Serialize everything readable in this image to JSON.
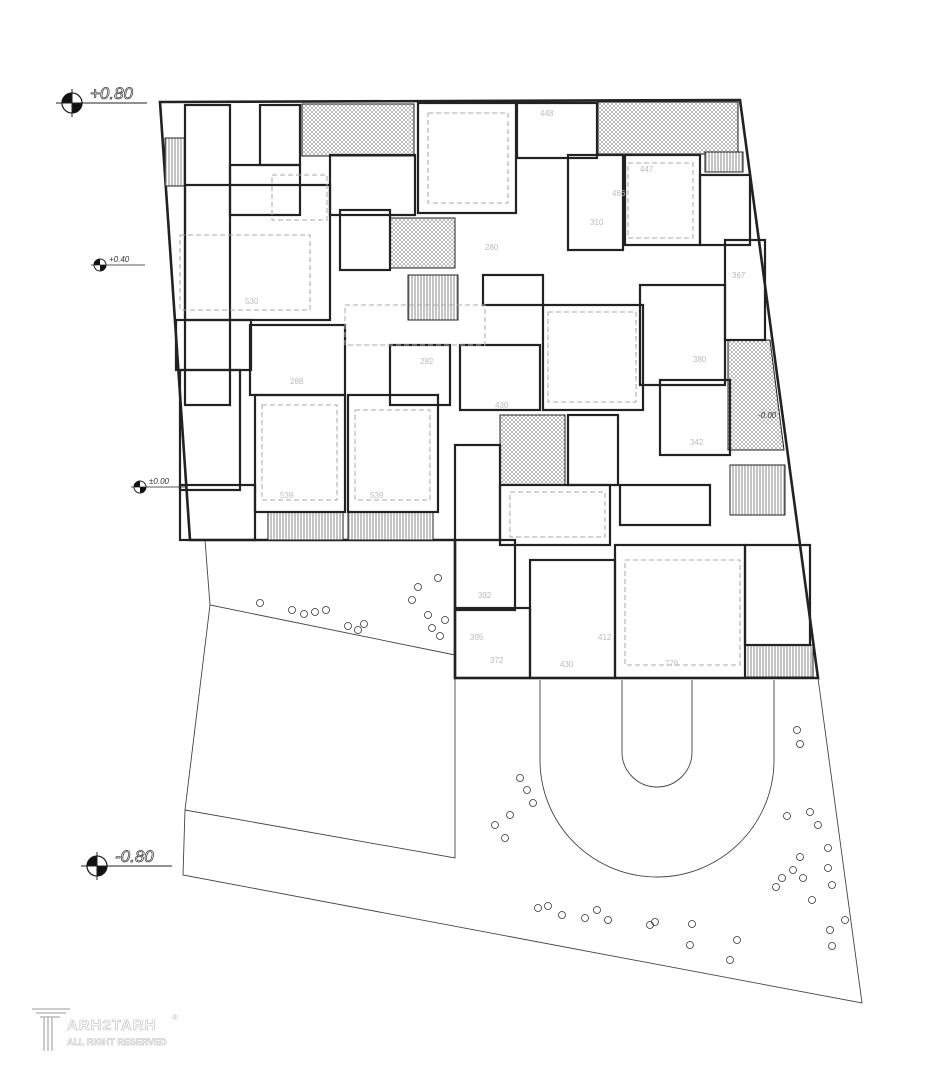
{
  "drawing": {
    "type": "site floor plan",
    "elevations": [
      "+0.80",
      "+0.40",
      "±0.00",
      "-0.80",
      "-0.00"
    ],
    "room_dimensions": [
      "530",
      "448",
      "447",
      "310",
      "367",
      "430",
      "342",
      "380",
      "539",
      "539",
      "372",
      "430",
      "382",
      "776",
      "280",
      "466",
      "288",
      "282",
      "412",
      "395"
    ]
  },
  "logo": {
    "name": "ARH2TARH",
    "subtitle": "ALL RIGHT RESERVED",
    "mark": "®"
  },
  "colors": {
    "line": "#222222",
    "dimension": "#bbbbbb",
    "background": "#ffffff"
  }
}
